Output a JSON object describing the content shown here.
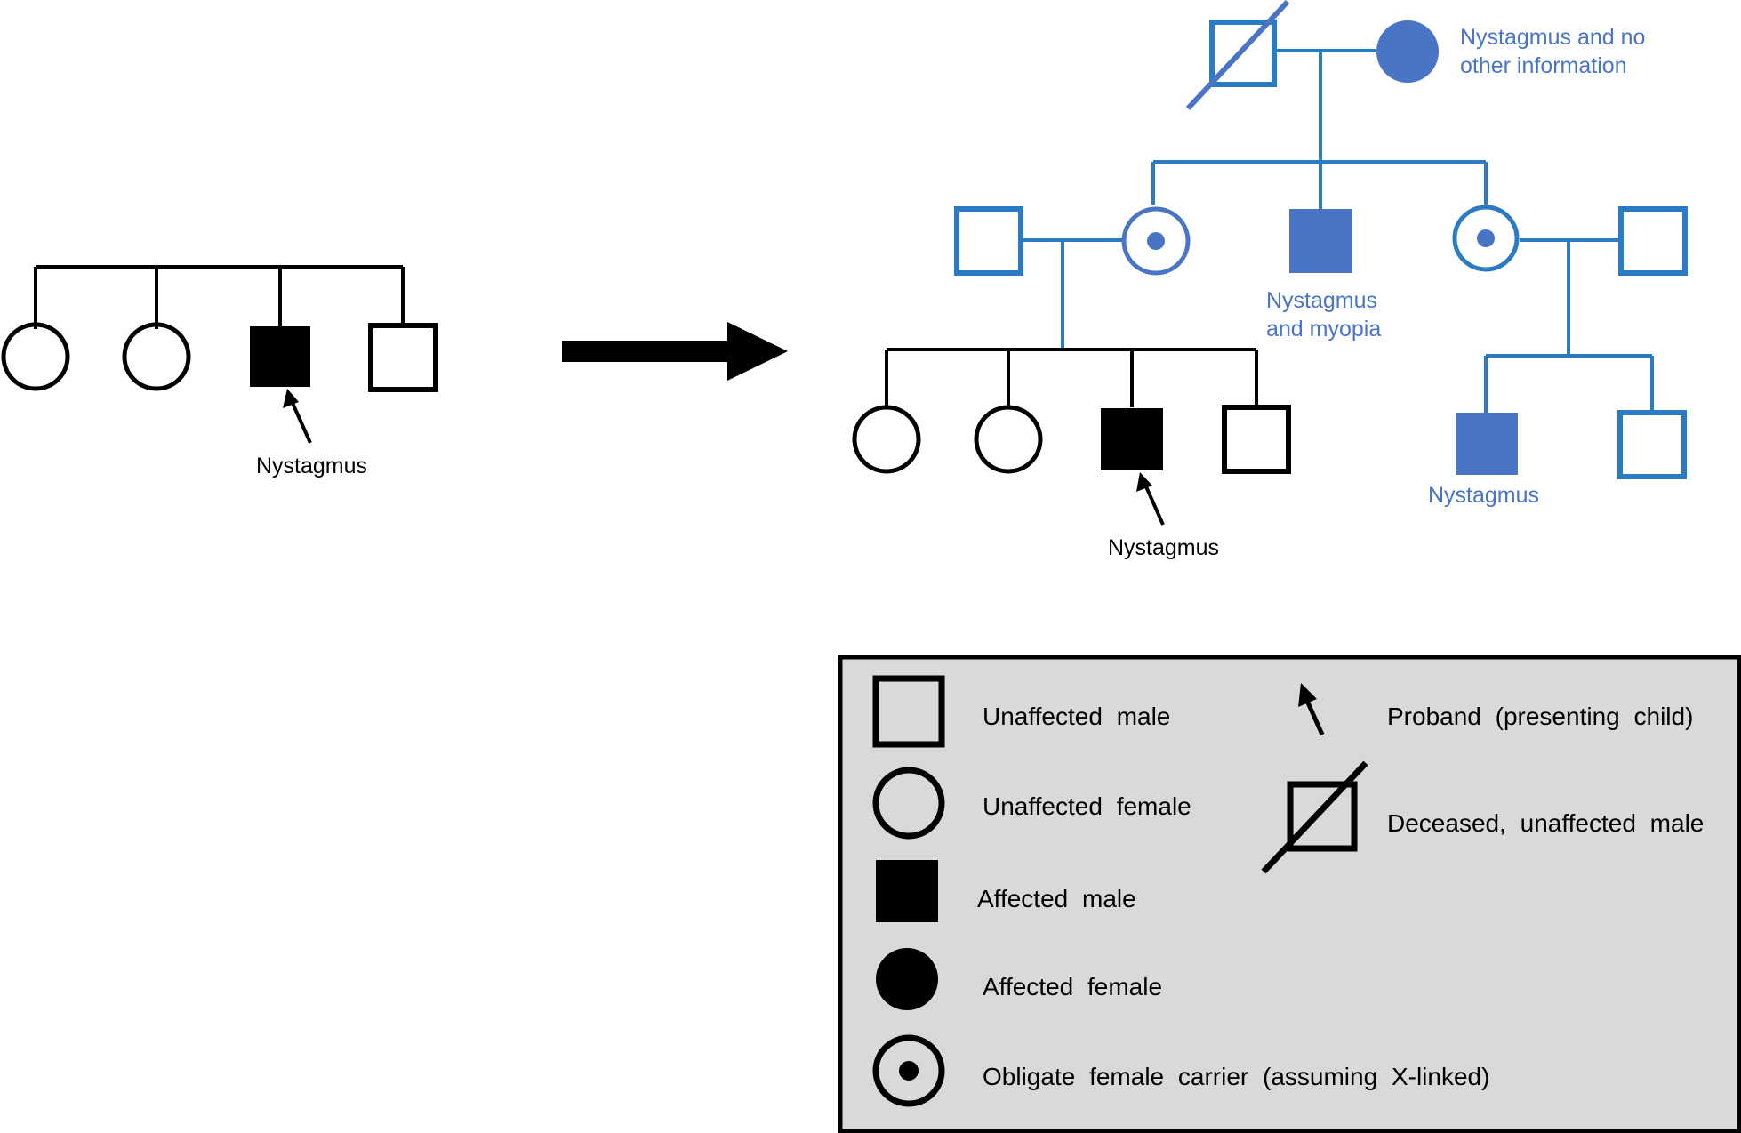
{
  "colors": {
    "blue": "#4a74c4",
    "blue_line": "#2b7bc4",
    "black": "#000000",
    "legend_bg": "#d9d9d9"
  },
  "left_pedigree": {
    "proband_label": "Nystagmus"
  },
  "right_pedigree": {
    "grandmother_label_line1": "Nystagmus and no",
    "grandmother_label_line2": "other information",
    "uncle_label_line1": "Nystagmus",
    "uncle_label_line2": "and myopia",
    "cousin_label": "Nystagmus",
    "proband_label": "Nystagmus"
  },
  "legend": {
    "unaffected_male": "Unaffected male",
    "unaffected_female": "Unaffected female",
    "affected_male": "Affected male",
    "affected_female": "Affected female",
    "obligate_carrier": "Obligate female carrier (assuming X-linked)",
    "proband": "Proband (presenting child)",
    "deceased_male": "Deceased, unaffected male"
  },
  "icons": {
    "arrow": "right-arrow-icon",
    "proband_pointer": "arrow-up-left-icon"
  }
}
